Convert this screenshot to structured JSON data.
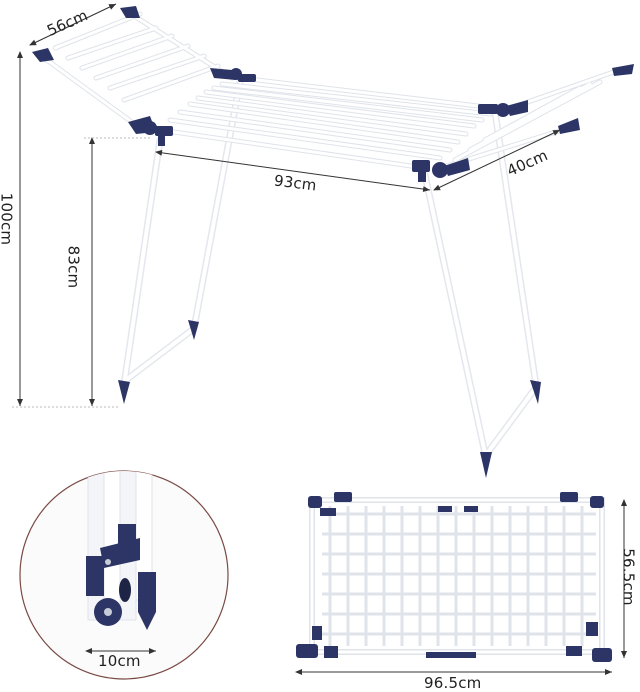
{
  "product": "Clothes drying rack with foldable wings",
  "colors": {
    "frame": "#ffffff",
    "frame_edge": "#d8dce4",
    "accent": "#2c3565",
    "dim_line": "#333333",
    "circle_border": "#7a4a44",
    "background": "#ffffff"
  },
  "dimensions": {
    "wing_width": "56cm",
    "center_length": "93cm",
    "wing_depth": "40cm",
    "total_height": "100cm",
    "rail_height": "83cm",
    "folded_thickness": "10cm",
    "folded_length": "96.5cm",
    "folded_width": "56.5cm"
  },
  "views": [
    {
      "name": "assembled-view",
      "label": "Assembled rack"
    },
    {
      "name": "folded-detail",
      "label": "Folded leg detail (circle)"
    },
    {
      "name": "folded-view",
      "label": "Folded flat rack"
    }
  ]
}
